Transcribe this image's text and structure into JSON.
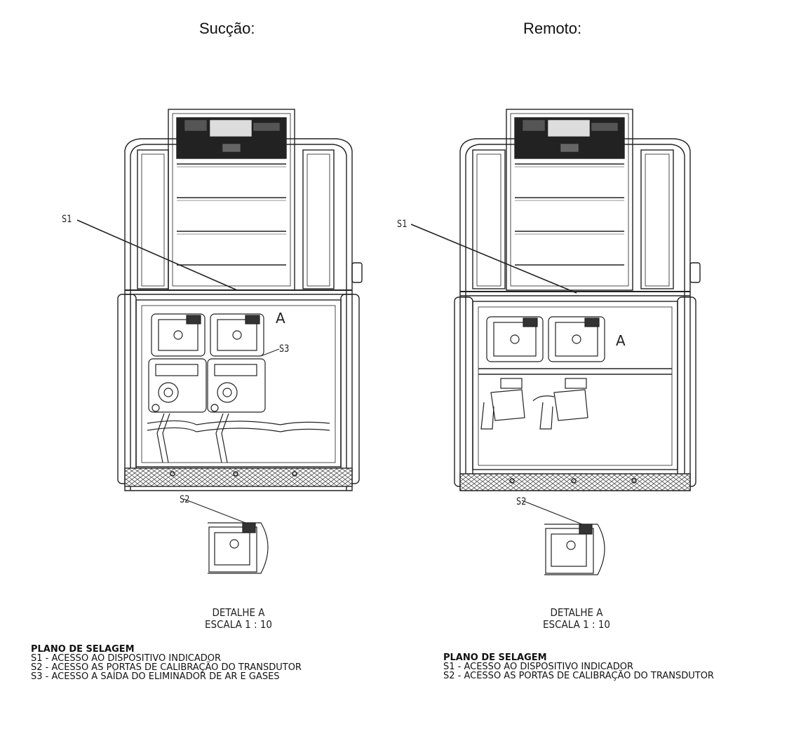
{
  "titles": {
    "left": "Sucção:",
    "right": "Remoto:"
  },
  "left": {
    "callouts": {
      "s1": "S1",
      "s2": "S2",
      "s3": "S3",
      "a": "A"
    },
    "detail": {
      "line1": "DETALHE A",
      "line2": "ESCALA 1 : 10"
    },
    "legend": {
      "heading": "PLANO DE SELAGEM",
      "items": [
        "S1 - ACESSO AO DISPOSITIVO INDICADOR",
        "S2 - ACESSO AS PORTAS DE CALIBRAÇÃO DO TRANSDUTOR",
        "S3 - ACESSO A SAÍDA DO ELIMINADOR DE AR E GASES"
      ]
    }
  },
  "right": {
    "callouts": {
      "s1": "S1",
      "s2": "S2",
      "a": "A"
    },
    "detail": {
      "line1": "DETALHE A",
      "line2": "ESCALA 1 : 10"
    },
    "legend": {
      "heading": "PLANO DE SELAGEM",
      "items": [
        "S1 - ACESSO AO DISPOSITIVO INDICADOR",
        "S2 - ACESSO AS PORTAS DE CALIBRAÇÃO DO TRANSDUTOR"
      ]
    }
  }
}
